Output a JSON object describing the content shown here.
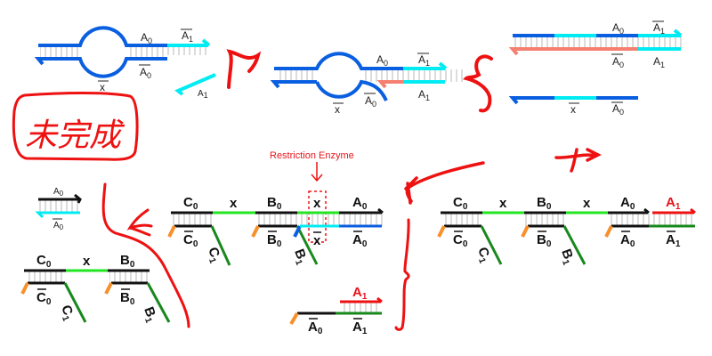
{
  "colors": {
    "blue": "#0a5fe0",
    "cyan": "#00ecf2",
    "salmon": "#f57f70",
    "black": "#111111",
    "green": "#22e622",
    "dark_green": "#18881d",
    "orange": "#f7902a",
    "red": "#ee1111",
    "tick": "#b8b8b8"
  },
  "annotations": {
    "handwritten_note": "未完成",
    "restriction_enzyme": "Restriction Enzyme"
  },
  "panel1": {
    "top_right_label": "A",
    "top_right_sub": "0",
    "cyan_top_label": "A",
    "cyan_top_sub": "1",
    "bottom_label": "A",
    "bottom_sub": "0",
    "loop_label": "x",
    "free_strand_label": "A",
    "free_strand_sub": "1"
  },
  "panel2": {
    "top_label": "A",
    "top_sub": "0",
    "cyan_top_label": "A",
    "cyan_top_sub": "1",
    "cyan_bottom_label": "A",
    "cyan_bottom_sub": "1",
    "displaced_label": "A",
    "displaced_sub": "0",
    "loop_label": "x"
  },
  "panel3": {
    "top_a0": "A",
    "top_a0_sub": "0",
    "top_a1": "A",
    "top_a1_sub": "1",
    "bot_a0": "A",
    "bot_a0_sub": "0",
    "bot_a1": "A",
    "bot_a1_sub": "1",
    "strand_x": "x",
    "strand_a0": "A",
    "strand_a0_sub": "0"
  },
  "complex_mid": {
    "c0": "C",
    "c0_sub": "0",
    "x1": "x",
    "b0": "B",
    "b0_sub": "0",
    "x2": "x",
    "a0": "A",
    "a0_sub": "0",
    "c0bar": "C",
    "c0bar_sub": "0",
    "c1bar": "C",
    "c1bar_sub": "1",
    "b0bar": "B",
    "b0bar_sub": "0",
    "b1bar": "B",
    "b1bar_sub": "1",
    "xbar": "x",
    "a0bar": "A",
    "a0bar_sub": "0"
  },
  "complex_right": {
    "c0": "C",
    "c0_sub": "0",
    "x1": "x",
    "b0": "B",
    "b0_sub": "0",
    "x2": "x",
    "a0": "A",
    "a0_sub": "0",
    "a1": "A",
    "a1_sub": "1",
    "c0bar": "C",
    "c0bar_sub": "0",
    "c1bar": "C",
    "c1bar_sub": "1",
    "b0bar": "B",
    "b0bar_sub": "0",
    "b1bar": "B",
    "b1bar_sub": "1",
    "a0bar": "A",
    "a0bar_sub": "0",
    "a1bar": "A",
    "a1bar_sub": "1"
  },
  "complex_left": {
    "c0": "C",
    "c0_sub": "0",
    "x1": "x",
    "b0": "B",
    "b0_sub": "0",
    "c0bar": "C",
    "c0bar_sub": "0",
    "c1bar": "C",
    "c1bar_sub": "1",
    "b0bar": "B",
    "b0bar_sub": "0",
    "b1bar": "B",
    "b1bar_sub": "1"
  },
  "small_duplex": {
    "top": "A",
    "top_sub": "0",
    "bottom": "A",
    "bottom_sub": "0"
  },
  "bottom_fragment": {
    "a1": "A",
    "a1_sub": "1",
    "a0bar": "A",
    "a0bar_sub": "0",
    "a1bar": "A",
    "a1bar_sub": "1"
  }
}
